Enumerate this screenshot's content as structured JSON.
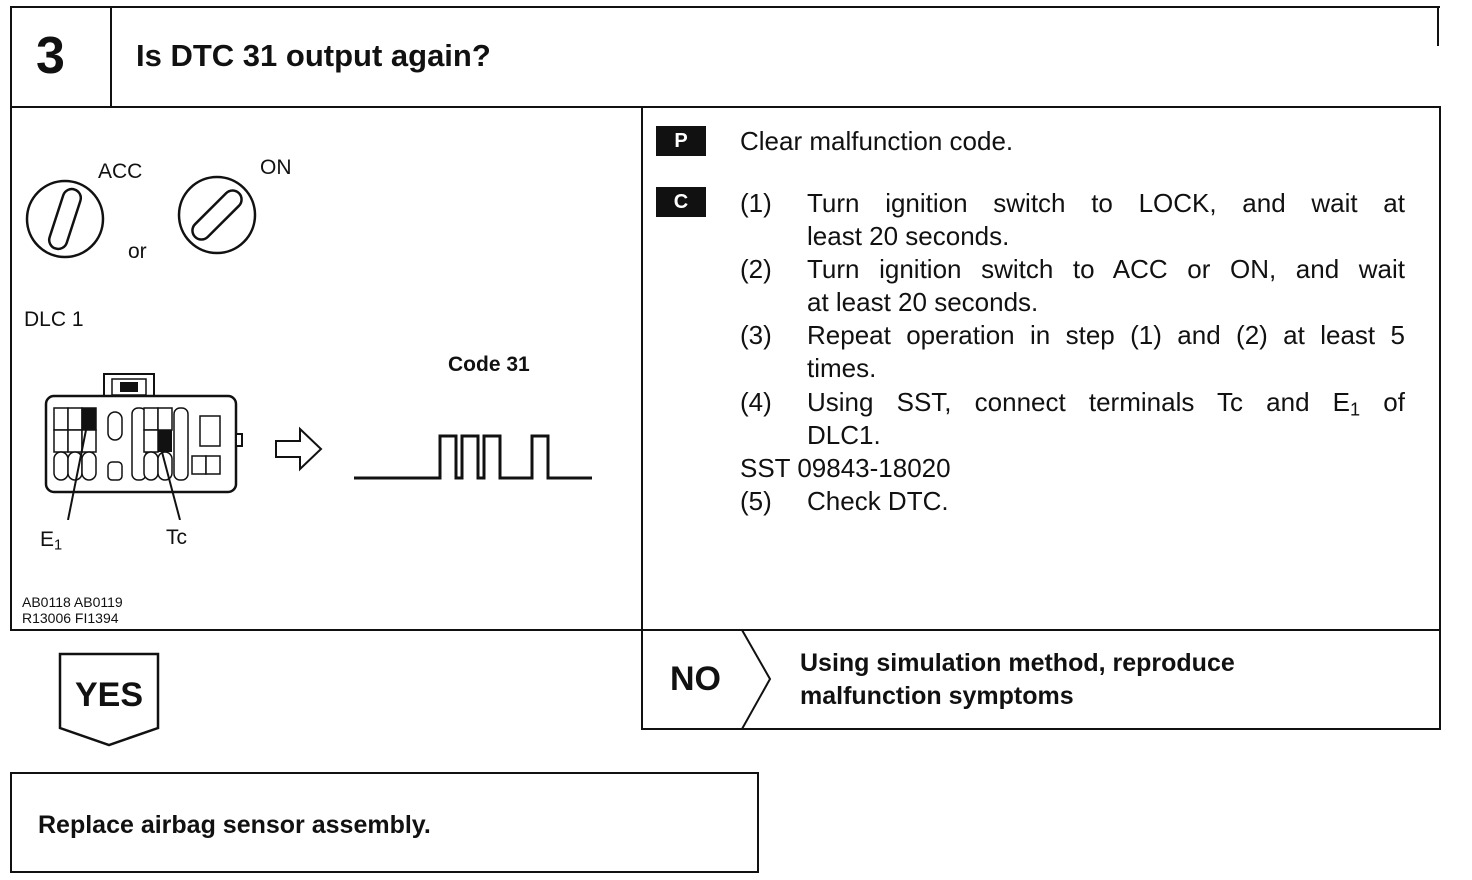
{
  "header": {
    "step_number": "3",
    "question": "Is DTC 31 output again?"
  },
  "illustration": {
    "switch_positions": [
      "ACC",
      "ON"
    ],
    "or_label": "or",
    "connector_label": "DLC 1",
    "code_label": "Code 31",
    "terminal_e": "E",
    "terminal_e_sub": "1",
    "terminal_tc": "Tc",
    "figure_ids_line1": "AB0118 AB0119",
    "figure_ids_line2": "R13006 FI1394"
  },
  "procedure": {
    "p_badge": "P",
    "p_text": "Clear malfunction code.",
    "c_badge": "C",
    "steps": [
      {
        "num": "(1)",
        "line1": "Turn ignition switch to LOCK, and wait at",
        "line2": "least 20 seconds."
      },
      {
        "num": "(2)",
        "line1": "Turn ignition switch to ACC or ON, and wait",
        "line2": "at least 20 seconds."
      },
      {
        "num": "(3)",
        "line1": "Repeat operation in step (1) and (2) at least 5",
        "line2": "times."
      },
      {
        "num": "(4)",
        "line1_pre": "Using SST, connect terminals Tc and E",
        "line1_sub": "1",
        "line1_post": " of",
        "line2": "DLC1."
      }
    ],
    "sst_line": "SST 09843-18020",
    "step5": {
      "num": "(5)",
      "text": "Check DTC."
    }
  },
  "result_no": {
    "label": "NO",
    "line1": "Using simulation method, reproduce",
    "line2": "malfunction symptoms"
  },
  "result_yes": {
    "label": "YES",
    "action": "Replace airbag sensor assembly."
  }
}
